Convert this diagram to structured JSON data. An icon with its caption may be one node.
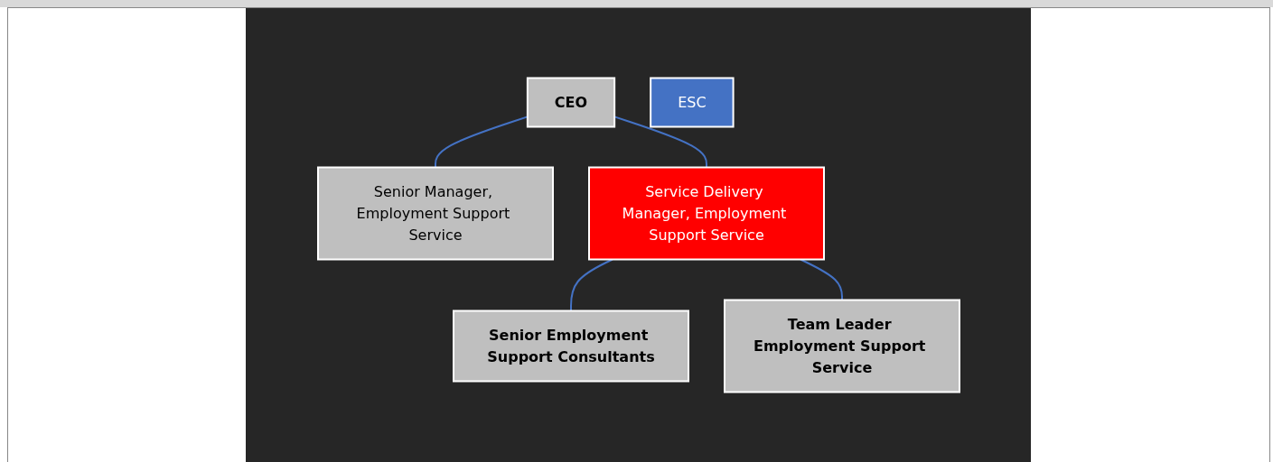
{
  "diagram": {
    "nodes": [
      {
        "text": [
          "CEO"
        ]
      },
      {
        "text": [
          "Senior Manager, Employment Support Service"
        ]
      },
      {
        "text": [
          "Service Delivery Manager, Employment Support Service"
        ]
      },
      {
        "text": [
          "Senior Employment Support Consultants"
        ]
      },
      {
        "text": [
          "Team Leader Employment Support Service"
        ]
      },
      {
        "text": [
          "ESC"
        ]
      }
    ],
    "edges": [
      {
        "from": 0,
        "to": 1,
        "arrow": "none"
      },
      {
        "from": 0,
        "to": 2,
        "arrow": "none"
      },
      {
        "from": 2,
        "to": 3,
        "arrow": "none"
      },
      {
        "from": 2,
        "to": 4,
        "arrow": "none"
      }
    ]
  }
}
